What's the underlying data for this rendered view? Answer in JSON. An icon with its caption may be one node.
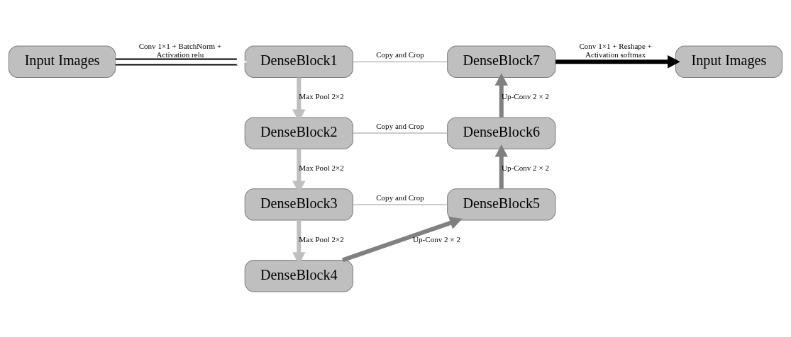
{
  "diagram": {
    "nodes": [
      {
        "text": [
          "Input Images"
        ]
      },
      {
        "text": [
          "DenseBlock1"
        ]
      },
      {
        "text": [
          "DenseBlock7"
        ]
      },
      {
        "text": [
          "Input Images"
        ]
      },
      {
        "text": [
          "DenseBlock2"
        ]
      },
      {
        "text": [
          "DenseBlock6"
        ]
      },
      {
        "text": [
          "DenseBlock3"
        ]
      },
      {
        "text": [
          "DenseBlock5"
        ]
      },
      {
        "text": [
          "DenseBlock4"
        ]
      }
    ],
    "edges": [
      {
        "from": 0,
        "to": 1,
        "arrow": "to",
        "label": "Conv 1×1 + BatchNorm + Activation relu",
        "color": "#ffffff"
      },
      {
        "from": 1,
        "to": 2,
        "arrow": "none",
        "label": "Copy and Crop"
      },
      {
        "from": 2,
        "to": 3,
        "arrow": "to",
        "label": "Conv 1×1 + Reshape + Activation softmax",
        "color": "#000000"
      },
      {
        "from": 1,
        "to": 4,
        "arrow": "to",
        "label": "Max Pool 2×2",
        "color": "#bfbfbf"
      },
      {
        "from": 4,
        "to": 5,
        "arrow": "none",
        "label": "Copy and Crop"
      },
      {
        "from": 4,
        "to": 6,
        "arrow": "to",
        "label": "Max Pool 2×2",
        "color": "#bfbfbf"
      },
      {
        "from": 6,
        "to": 7,
        "arrow": "none",
        "label": "Copy and Crop"
      },
      {
        "from": 6,
        "to": 8,
        "arrow": "to",
        "label": "Max Pool 2×2",
        "color": "#bfbfbf"
      },
      {
        "from": 8,
        "to": 7,
        "arrow": "to",
        "label": "Up-Conv 2 × 2",
        "color": "#808080"
      },
      {
        "from": 7,
        "to": 5,
        "arrow": "to",
        "label": "Up-Conv 2 × 2",
        "color": "#808080"
      },
      {
        "from": 5,
        "to": 2,
        "arrow": "to",
        "label": "Up-Conv 2 × 2",
        "color": "#808080"
      }
    ]
  }
}
